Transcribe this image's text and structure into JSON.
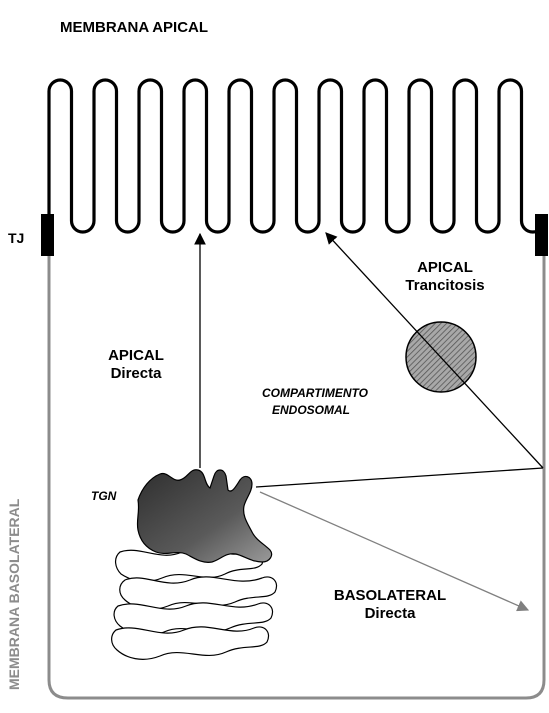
{
  "labels": {
    "apical_membrane": "MEMBRANA APICAL",
    "tight_junction": "TJ",
    "basolateral_membrane": "MEMBRANA BASOLATERAL",
    "apical_transcytosis_line1": "APICAL",
    "apical_transcytosis_line2": "Trancitosis",
    "apical_direct_line1": "APICAL",
    "apical_direct_line2": "Directa",
    "endosome_line1": "COMPARTIMENTO",
    "endosome_line2": "ENDOSOMAL",
    "tgn": "TGN",
    "basolateral_direct_line1": "BASOLATERAL",
    "basolateral_direct_line2": "Directa"
  },
  "colors": {
    "membrane": "#000000",
    "basolateral_membrane": "#8c8c8c",
    "tight_junction": "#000000",
    "endosome_fill": "#8a8a8a",
    "tgn_fill": "#555555",
    "arrow_dark": "#000000",
    "arrow_gray": "#808080"
  }
}
